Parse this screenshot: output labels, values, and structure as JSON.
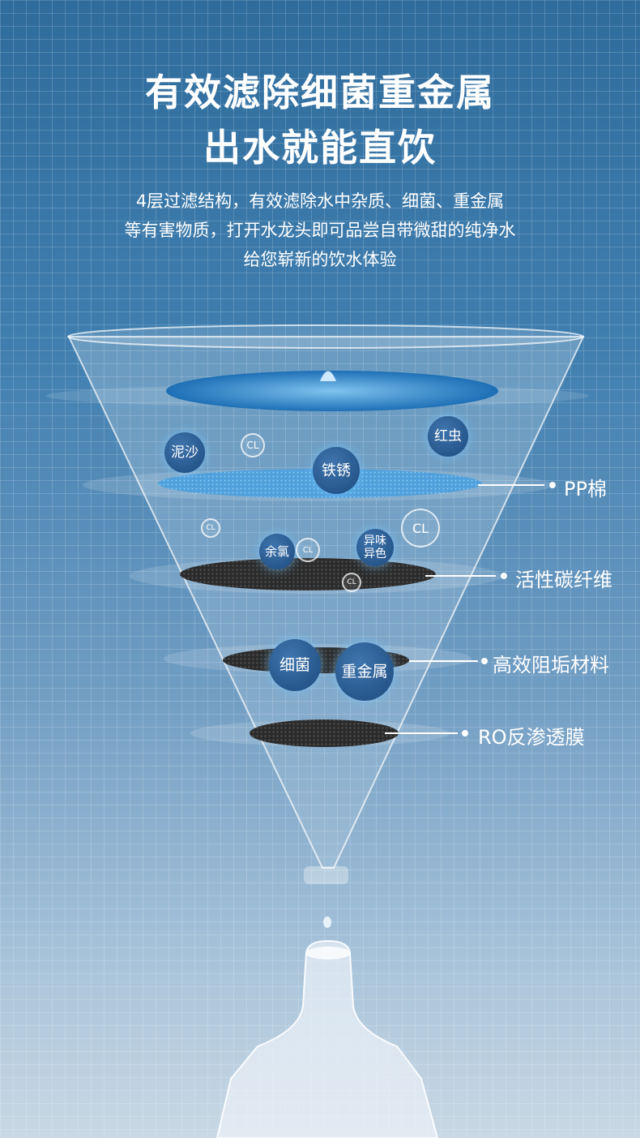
{
  "headline": {
    "line1": "有效滤除细菌重金属",
    "line2": "出水就能直饮"
  },
  "description": [
    "4层过滤结构，有效滤除水中杂质、细菌、重金属",
    "等有害物质，打开水龙头即可品尝自带微甜的纯净水",
    "给您崭新的饮水体验"
  ],
  "contaminants": {
    "sand": "泥沙",
    "rust": "铁锈",
    "red_worm": "红虫",
    "chlorine": "余氯",
    "odor": "异味\n异色",
    "bacteria": "细菌",
    "heavy_metal": "重金属",
    "cl": "CL"
  },
  "layers": [
    "PP棉",
    "活性碳纤维",
    "高效阻垢材料",
    "RO反渗透膜"
  ],
  "colors": {
    "bubble": "#1c4a7e",
    "background_top": "#2f6c9c"
  }
}
